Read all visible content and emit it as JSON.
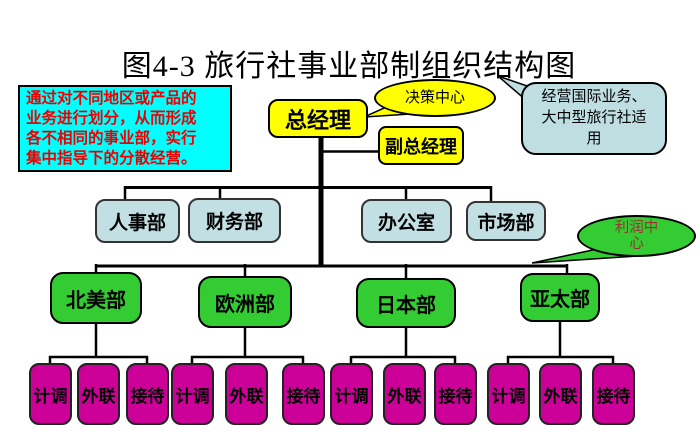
{
  "title": "图4-3 旅行社事业部制组织结构图",
  "note_box": {
    "lines": [
      "通过对不同地区或产品的",
      "业务进行划分，从而形成",
      "各不相同的事业部，实行",
      "集中指导下的分散经营。"
    ],
    "bg": "#00FFFF",
    "text_color": "#EE0000"
  },
  "callouts": {
    "decision_center": {
      "label": "决策中心",
      "bg": "#FFFF00"
    },
    "profit_center": {
      "lines": [
        "利润中",
        "心"
      ],
      "bg": "#33CC33",
      "text_color": "#993333"
    },
    "right_note": {
      "lines": [
        "经营国际业务、",
        "大中型旅行社适",
        "用"
      ],
      "bg": "#BFDEE2"
    }
  },
  "org": {
    "root": "总经理",
    "deputy": "副总经理",
    "staff_departments": [
      "人事部",
      "财务部",
      "办公室",
      "市场部"
    ],
    "divisions": [
      {
        "label": "北美部",
        "children": [
          "计调",
          "外联",
          "接待"
        ]
      },
      {
        "label": "欧洲部",
        "children": [
          "计调",
          "外联",
          "接待"
        ]
      },
      {
        "label": "日本部",
        "children": [
          "计调",
          "外联",
          "接待"
        ]
      },
      {
        "label": "亚太部",
        "children": [
          "计调",
          "外联",
          "接待"
        ]
      }
    ]
  },
  "colors": {
    "yellow_box": "#FFFF00",
    "staff_box_blue": "#C2DFE3",
    "division_green": "#33CC33",
    "child_magenta": "#CC0099",
    "note_cyan": "#00FFFF",
    "note_red_text": "#EE0000",
    "profit_text_dark_red": "#993333",
    "line_black": "#000000"
  }
}
